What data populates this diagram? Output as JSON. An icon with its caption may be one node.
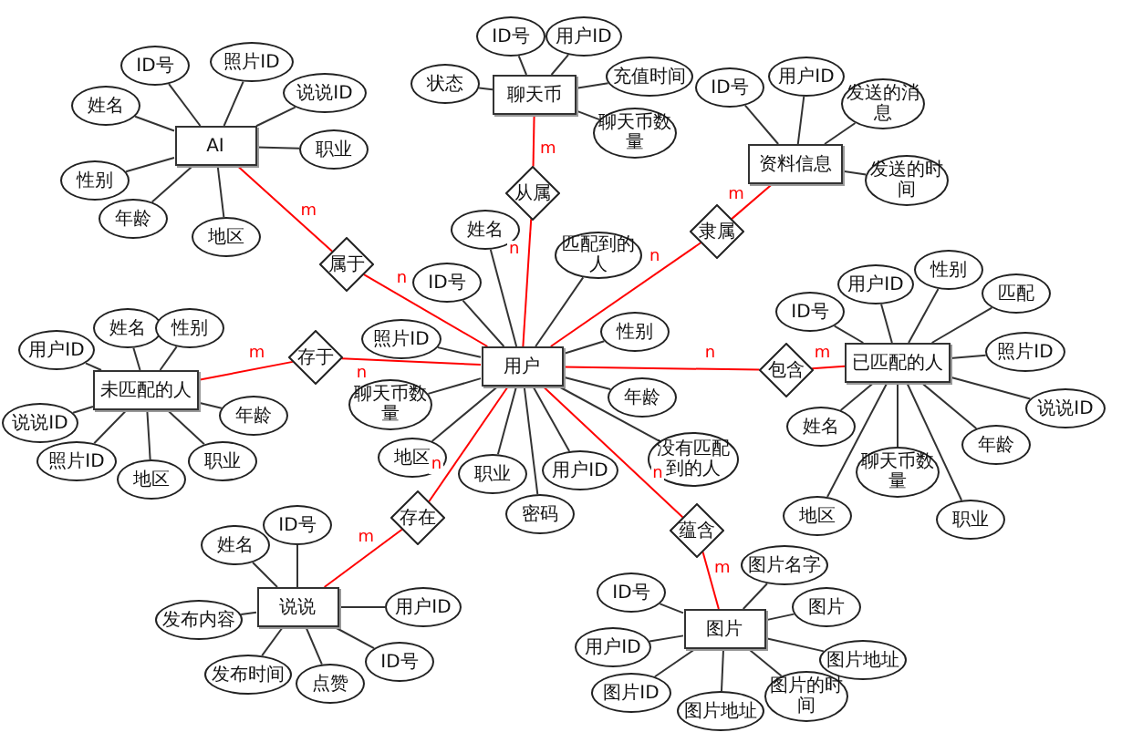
{
  "diagram": {
    "nodes": [
      {
        "text": [
          "AI"
        ]
      },
      {
        "text": [
          "ID号"
        ]
      },
      {
        "text": [
          "照片ID"
        ]
      },
      {
        "text": [
          "说说ID"
        ]
      },
      {
        "text": [
          "职业"
        ]
      },
      {
        "text": [
          "地区"
        ]
      },
      {
        "text": [
          "年龄"
        ]
      },
      {
        "text": [
          "性别"
        ]
      },
      {
        "text": [
          "姓名"
        ]
      },
      {
        "text": [
          "属于"
        ]
      },
      {
        "text": [
          "聊天币"
        ]
      },
      {
        "text": [
          "ID号"
        ]
      },
      {
        "text": [
          "用户ID"
        ]
      },
      {
        "text": [
          "状态"
        ]
      },
      {
        "text": [
          "充值时间"
        ]
      },
      {
        "text": [
          "聊天币数量"
        ]
      },
      {
        "text": [
          "从属"
        ]
      },
      {
        "text": [
          "资料信息"
        ]
      },
      {
        "text": [
          "ID号"
        ]
      },
      {
        "text": [
          "用户ID"
        ]
      },
      {
        "text": [
          "发送的消息"
        ]
      },
      {
        "text": [
          "发送的时间"
        ]
      },
      {
        "text": [
          "隶属"
        ]
      },
      {
        "text": [
          "用户"
        ]
      },
      {
        "text": [
          "ID号"
        ]
      },
      {
        "text": [
          "照片ID"
        ]
      },
      {
        "text": [
          "聊天币数量"
        ]
      },
      {
        "text": [
          "地区"
        ]
      },
      {
        "text": [
          "姓名"
        ]
      },
      {
        "text": [
          "匹配到的人"
        ]
      },
      {
        "text": [
          "性别"
        ]
      },
      {
        "text": [
          "年龄"
        ]
      },
      {
        "text": [
          "没有匹配到的人"
        ]
      },
      {
        "text": [
          "职业"
        ]
      },
      {
        "text": [
          "用户ID"
        ]
      },
      {
        "text": [
          "密码"
        ]
      },
      {
        "text": [
          "存于"
        ]
      },
      {
        "text": [
          "未匹配的人"
        ]
      },
      {
        "text": [
          "用户ID"
        ]
      },
      {
        "text": [
          "姓名"
        ]
      },
      {
        "text": [
          "性别"
        ]
      },
      {
        "text": [
          "年龄"
        ]
      },
      {
        "text": [
          "职业"
        ]
      },
      {
        "text": [
          "地区"
        ]
      },
      {
        "text": [
          "照片ID"
        ]
      },
      {
        "text": [
          "说说ID"
        ]
      },
      {
        "text": [
          "包含"
        ]
      },
      {
        "text": [
          "已匹配的人"
        ]
      },
      {
        "text": [
          "ID号"
        ]
      },
      {
        "text": [
          "用户ID"
        ]
      },
      {
        "text": [
          "性别"
        ]
      },
      {
        "text": [
          "匹配"
        ]
      },
      {
        "text": [
          "照片ID"
        ]
      },
      {
        "text": [
          "说说ID"
        ]
      },
      {
        "text": [
          "年龄"
        ]
      },
      {
        "text": [
          "职业"
        ]
      },
      {
        "text": [
          "地区"
        ]
      },
      {
        "text": [
          "姓名"
        ]
      },
      {
        "text": [
          "聊天币数量"
        ]
      },
      {
        "text": [
          "存在"
        ]
      },
      {
        "text": [
          "说说"
        ]
      },
      {
        "text": [
          "姓名"
        ]
      },
      {
        "text": [
          "ID号"
        ]
      },
      {
        "text": [
          "用户ID"
        ]
      },
      {
        "text": [
          "ID号"
        ]
      },
      {
        "text": [
          "点赞"
        ]
      },
      {
        "text": [
          "发布时间"
        ]
      },
      {
        "text": [
          "发布内容"
        ]
      },
      {
        "text": [
          "蕴含"
        ]
      },
      {
        "text": [
          "图片"
        ]
      },
      {
        "text": [
          "图片名字"
        ]
      },
      {
        "text": [
          "图片"
        ]
      },
      {
        "text": [
          "图片地址"
        ]
      },
      {
        "text": [
          "图片的时间"
        ]
      },
      {
        "text": [
          "图片地址"
        ]
      },
      {
        "text": [
          "图片ID"
        ]
      },
      {
        "text": [
          "用户ID"
        ]
      },
      {
        "text": [
          "ID号"
        ]
      }
    ],
    "edges": [
      {
        "from": 0,
        "to": 1,
        "arrow": "none"
      },
      {
        "from": 0,
        "to": 2,
        "arrow": "none"
      },
      {
        "from": 0,
        "to": 3,
        "arrow": "none"
      },
      {
        "from": 0,
        "to": 4,
        "arrow": "none"
      },
      {
        "from": 0,
        "to": 5,
        "arrow": "none"
      },
      {
        "from": 0,
        "to": 6,
        "arrow": "none"
      },
      {
        "from": 0,
        "to": 7,
        "arrow": "none"
      },
      {
        "from": 0,
        "to": 8,
        "arrow": "none"
      },
      {
        "from": 0,
        "to": 9,
        "arrow": "none",
        "label": "m",
        "color": "#ff0000"
      },
      {
        "from": 9,
        "to": 23,
        "arrow": "none",
        "label": "n",
        "color": "#ff0000"
      },
      {
        "from": 10,
        "to": 11,
        "arrow": "none"
      },
      {
        "from": 10,
        "to": 12,
        "arrow": "none"
      },
      {
        "from": 10,
        "to": 13,
        "arrow": "none"
      },
      {
        "from": 10,
        "to": 14,
        "arrow": "none"
      },
      {
        "from": 10,
        "to": 15,
        "arrow": "none"
      },
      {
        "from": 10,
        "to": 16,
        "arrow": "none",
        "label": "m",
        "color": "#ff0000"
      },
      {
        "from": 16,
        "to": 23,
        "arrow": "none",
        "label": "n",
        "color": "#ff0000"
      },
      {
        "from": 17,
        "to": 18,
        "arrow": "none"
      },
      {
        "from": 17,
        "to": 19,
        "arrow": "none"
      },
      {
        "from": 17,
        "to": 20,
        "arrow": "none"
      },
      {
        "from": 17,
        "to": 21,
        "arrow": "none"
      },
      {
        "from": 17,
        "to": 22,
        "arrow": "none",
        "label": "m",
        "color": "#ff0000"
      },
      {
        "from": 22,
        "to": 23,
        "arrow": "none",
        "label": "n",
        "color": "#ff0000"
      },
      {
        "from": 23,
        "to": 24,
        "arrow": "none"
      },
      {
        "from": 23,
        "to": 25,
        "arrow": "none"
      },
      {
        "from": 23,
        "to": 26,
        "arrow": "none"
      },
      {
        "from": 23,
        "to": 27,
        "arrow": "none"
      },
      {
        "from": 23,
        "to": 28,
        "arrow": "none"
      },
      {
        "from": 23,
        "to": 29,
        "arrow": "none"
      },
      {
        "from": 23,
        "to": 30,
        "arrow": "none"
      },
      {
        "from": 23,
        "to": 31,
        "arrow": "none"
      },
      {
        "from": 23,
        "to": 32,
        "arrow": "none"
      },
      {
        "from": 23,
        "to": 33,
        "arrow": "none"
      },
      {
        "from": 23,
        "to": 34,
        "arrow": "none"
      },
      {
        "from": 23,
        "to": 35,
        "arrow": "none"
      },
      {
        "from": 37,
        "to": 38,
        "arrow": "none"
      },
      {
        "from": 37,
        "to": 39,
        "arrow": "none"
      },
      {
        "from": 37,
        "to": 40,
        "arrow": "none"
      },
      {
        "from": 37,
        "to": 41,
        "arrow": "none"
      },
      {
        "from": 37,
        "to": 42,
        "arrow": "none"
      },
      {
        "from": 37,
        "to": 43,
        "arrow": "none"
      },
      {
        "from": 37,
        "to": 44,
        "arrow": "none"
      },
      {
        "from": 37,
        "to": 45,
        "arrow": "none"
      },
      {
        "from": 37,
        "to": 36,
        "arrow": "none",
        "label": "m",
        "color": "#ff0000"
      },
      {
        "from": 36,
        "to": 23,
        "arrow": "none",
        "label": "n",
        "color": "#ff0000"
      },
      {
        "from": 47,
        "to": 48,
        "arrow": "none"
      },
      {
        "from": 47,
        "to": 49,
        "arrow": "none"
      },
      {
        "from": 47,
        "to": 50,
        "arrow": "none"
      },
      {
        "from": 47,
        "to": 51,
        "arrow": "none"
      },
      {
        "from": 47,
        "to": 52,
        "arrow": "none"
      },
      {
        "from": 47,
        "to": 53,
        "arrow": "none"
      },
      {
        "from": 47,
        "to": 54,
        "arrow": "none"
      },
      {
        "from": 47,
        "to": 55,
        "arrow": "none"
      },
      {
        "from": 47,
        "to": 56,
        "arrow": "none"
      },
      {
        "from": 47,
        "to": 57,
        "arrow": "none"
      },
      {
        "from": 47,
        "to": 58,
        "arrow": "none"
      },
      {
        "from": 47,
        "to": 46,
        "arrow": "none",
        "label": "m",
        "color": "#ff0000"
      },
      {
        "from": 46,
        "to": 23,
        "arrow": "none",
        "label": "n",
        "color": "#ff0000"
      },
      {
        "from": 60,
        "to": 61,
        "arrow": "none"
      },
      {
        "from": 60,
        "to": 62,
        "arrow": "none"
      },
      {
        "from": 60,
        "to": 63,
        "arrow": "none"
      },
      {
        "from": 60,
        "to": 64,
        "arrow": "none"
      },
      {
        "from": 60,
        "to": 65,
        "arrow": "none"
      },
      {
        "from": 60,
        "to": 66,
        "arrow": "none"
      },
      {
        "from": 60,
        "to": 67,
        "arrow": "none"
      },
      {
        "from": 60,
        "to": 59,
        "arrow": "none",
        "label": "m",
        "color": "#ff0000"
      },
      {
        "from": 59,
        "to": 23,
        "arrow": "none",
        "label": "n",
        "color": "#ff0000"
      },
      {
        "from": 69,
        "to": 70,
        "arrow": "none"
      },
      {
        "from": 69,
        "to": 71,
        "arrow": "none"
      },
      {
        "from": 69,
        "to": 72,
        "arrow": "none"
      },
      {
        "from": 69,
        "to": 73,
        "arrow": "none"
      },
      {
        "from": 69,
        "to": 74,
        "arrow": "none"
      },
      {
        "from": 69,
        "to": 75,
        "arrow": "none"
      },
      {
        "from": 69,
        "to": 76,
        "arrow": "none"
      },
      {
        "from": 69,
        "to": 77,
        "arrow": "none"
      },
      {
        "from": 69,
        "to": 68,
        "arrow": "none",
        "label": "m",
        "color": "#ff0000"
      },
      {
        "from": 68,
        "to": 23,
        "arrow": "none",
        "label": "n",
        "color": "#ff0000"
      }
    ]
  }
}
